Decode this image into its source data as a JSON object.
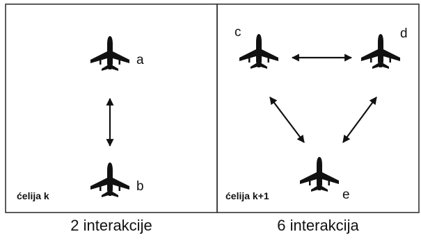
{
  "panels": [
    {
      "cell_label": "ćelija k",
      "caption": "2 interakcije",
      "aircraft": [
        {
          "label": "a"
        },
        {
          "label": "b"
        }
      ]
    },
    {
      "cell_label": "ćelija k+1",
      "caption": "6 interakcija",
      "aircraft": [
        {
          "label": "c"
        },
        {
          "label": "d"
        },
        {
          "label": "e"
        }
      ]
    }
  ],
  "icons": {
    "aircraft": "airplane-icon",
    "interaction": "double-headed-arrow-icon"
  },
  "colors": {
    "ink": "#111111",
    "frame": "#333333",
    "background": "#ffffff"
  }
}
